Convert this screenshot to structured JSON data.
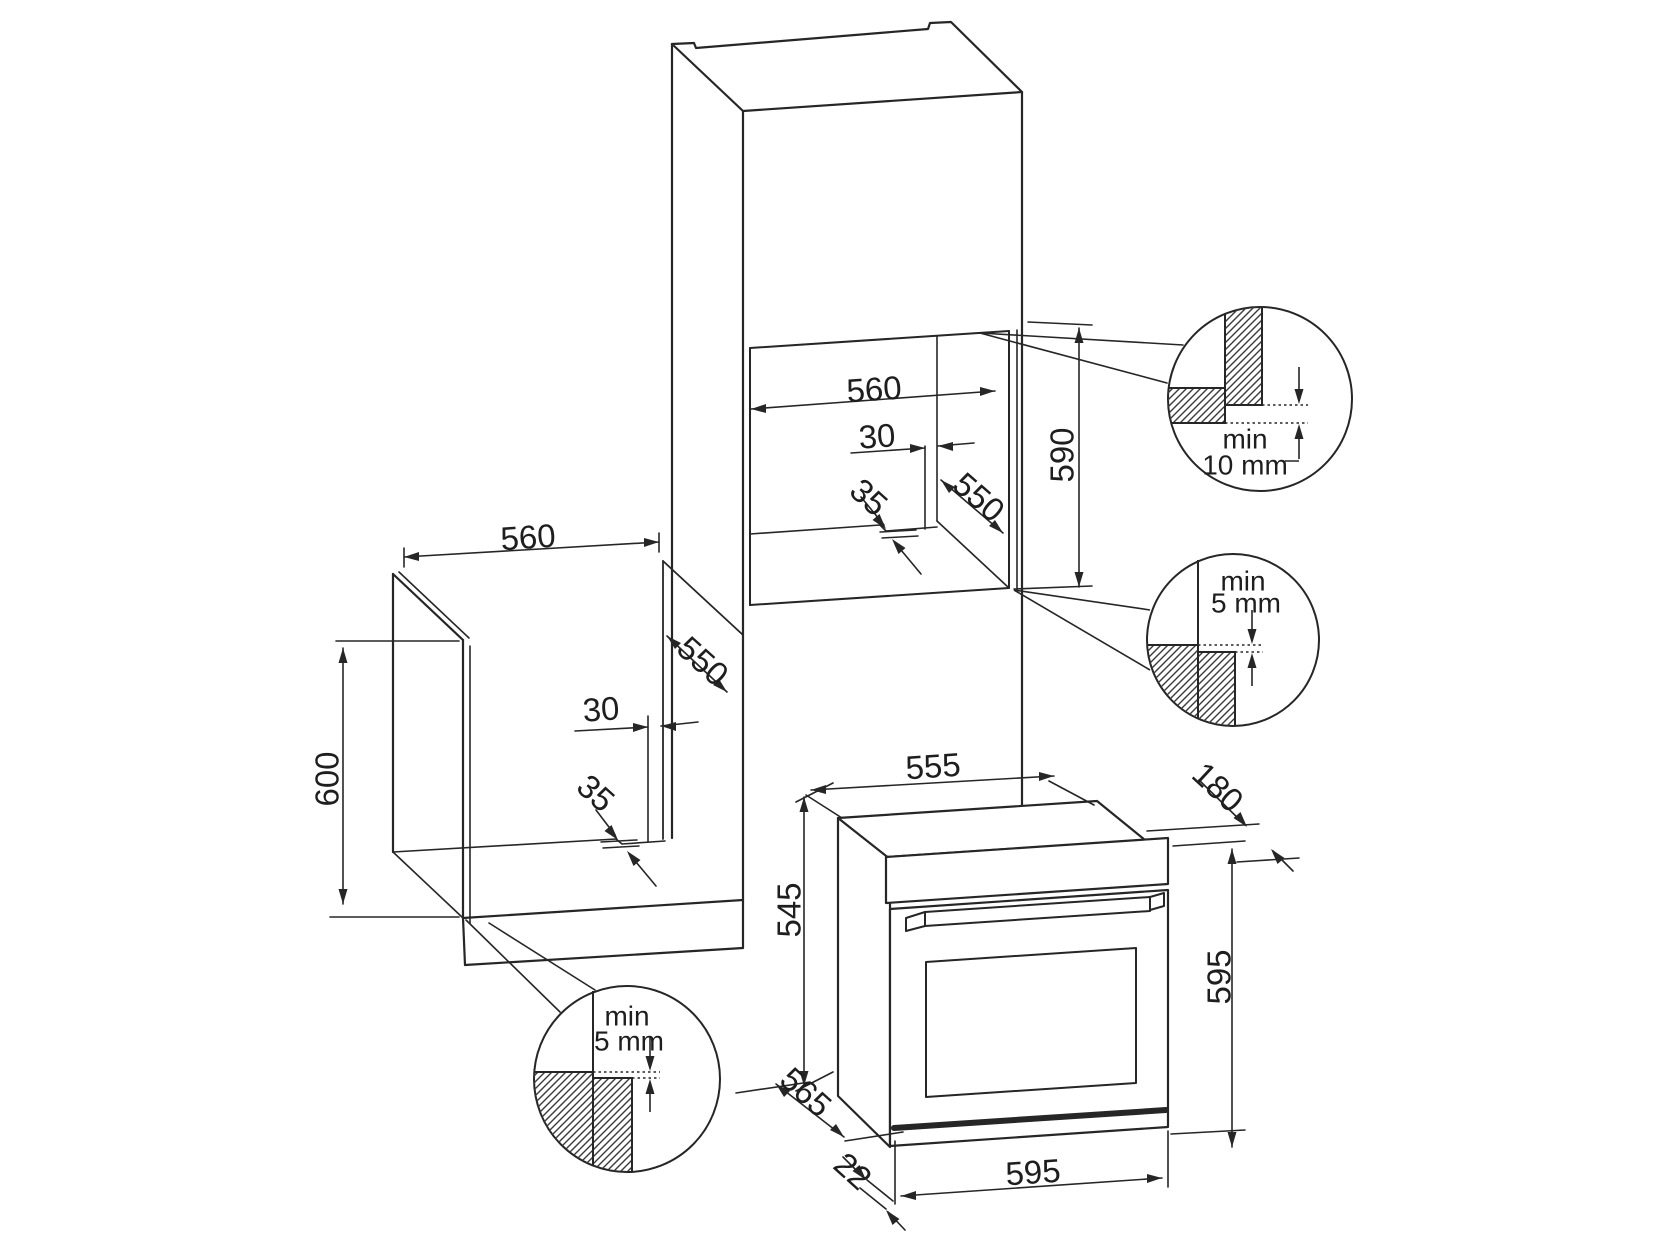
{
  "diagram": {
    "title_semantic": "built-in oven installation dimensions",
    "accent_color": "#1e1e1e",
    "background_color": "#ffffff",
    "tall_cabinet_niche": {
      "width": "560",
      "height": "590",
      "depth": "550",
      "rear_cutout_width": "30",
      "rear_cutout_depth": "35"
    },
    "base_cabinet_niche": {
      "width": "560",
      "height": "600",
      "depth": "550",
      "rear_cutout_width": "30",
      "rear_cutout_depth": "35"
    },
    "oven": {
      "body_width": "555",
      "body_height": "545",
      "body_depth": "565",
      "front_width": "595",
      "front_height": "595",
      "door_thickness": "22",
      "top_rear_clearance": "180"
    },
    "clearance_details": {
      "top": {
        "line1": "min",
        "line2": "10 mm"
      },
      "middle": {
        "line1": "min",
        "line2": "5 mm"
      },
      "bottom": {
        "line1": "min",
        "line2": "5 mm"
      }
    }
  }
}
